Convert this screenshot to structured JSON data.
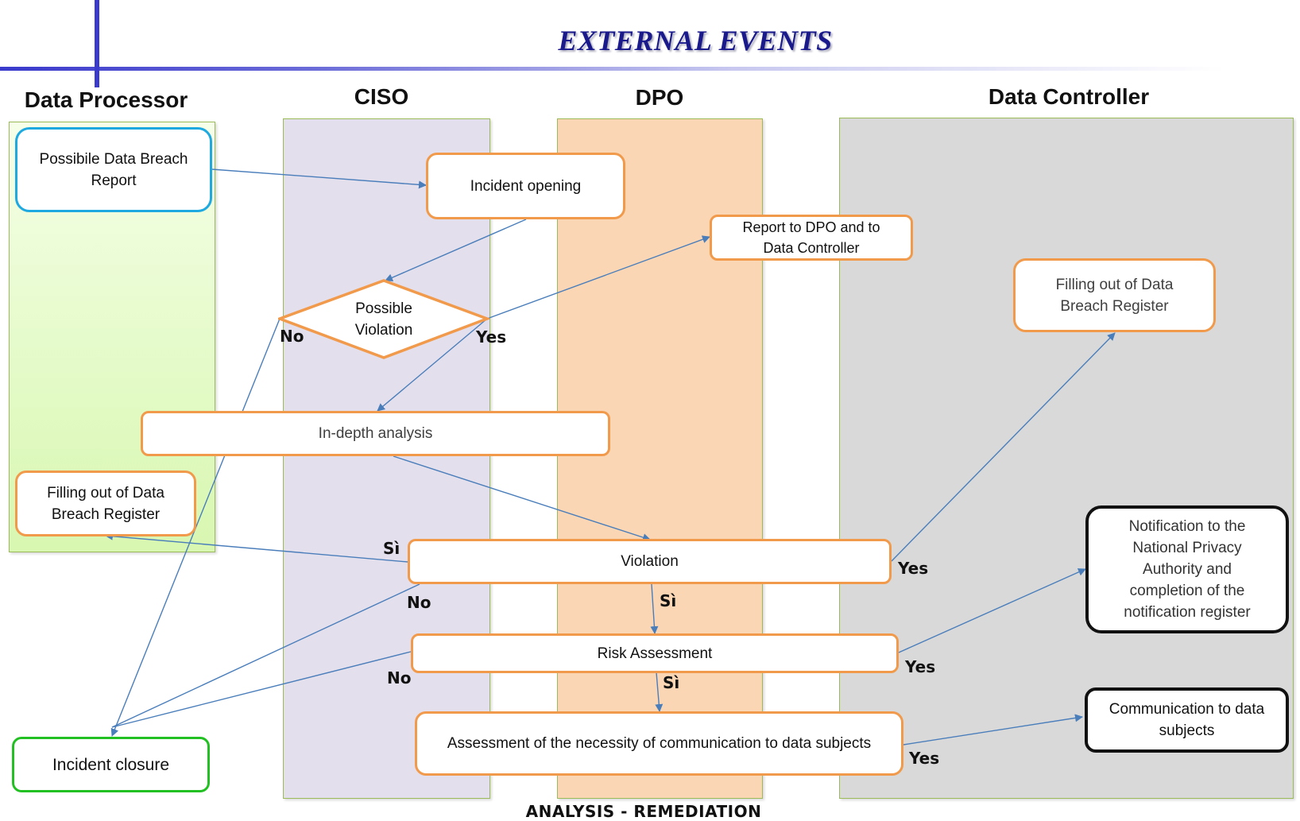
{
  "title": "EXTERNAL EVENTS",
  "footer": "ANALYSIS - REMEDIATION",
  "lanes": {
    "data_processor": "Data Processor",
    "ciso": "CISO",
    "dpo": "DPO",
    "data_controller": "Data Controller"
  },
  "colors": {
    "process_border": "#f19a4b",
    "start_border": "#1fa9e1",
    "end_border": "#22c022",
    "output_border": "#111111",
    "arrow": "#4a7ebb",
    "title": "#1a1a8c",
    "lane_dp": "#e6fbcc",
    "lane_ciso": "#e4dfec",
    "lane_dpo": "#fad6b4",
    "lane_dc": "#d9d9d9"
  },
  "nodes": {
    "report": "Possibile Data Breach Report",
    "incident_opening": "Incident opening",
    "report_dpo_dc": "Report to DPO and to Data Controller",
    "possible_violation": "Possible Violation",
    "in_depth": "In-depth analysis",
    "filling_dp": "Filling out of Data Breach Register",
    "filling_dc": "Filling out of Data Breach Register",
    "violation": "Violation",
    "risk": "Risk Assessment",
    "assessment_comm": "Assessment of the necessity of communication to data subjects",
    "notification": "Notification to the National Privacy Authority and completion of the notification register",
    "communication": "Communication to data subjects",
    "closure": "Incident closure"
  },
  "edge_labels": {
    "pv_no": "No",
    "pv_yes": "Yes",
    "viol_si_left": "Sì",
    "viol_no": "No",
    "viol_yes": "Yes",
    "viol_si_down": "Sì",
    "risk_no": "No",
    "risk_yes": "Yes",
    "risk_si": "Sì",
    "assess_yes": "Yes"
  }
}
